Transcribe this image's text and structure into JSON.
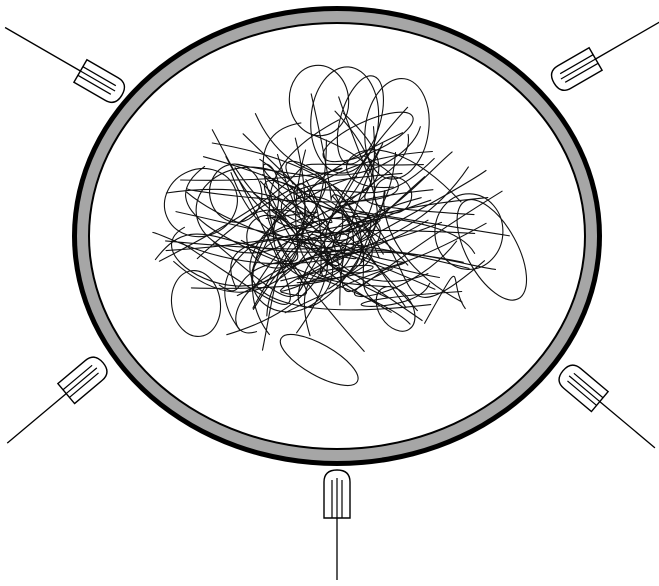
{
  "diagram": {
    "outer_ring_color": "#000000",
    "inner_ring_color": "#a6a6a6",
    "plate_fill": "#ffffff",
    "strand_color": "#111111",
    "probe_count": 5,
    "probes": [
      {
        "name": "probe-top-left",
        "icon": "electrode-icon"
      },
      {
        "name": "probe-top-right",
        "icon": "electrode-icon"
      },
      {
        "name": "probe-bottom-left",
        "icon": "electrode-icon"
      },
      {
        "name": "probe-bottom-right",
        "icon": "electrode-icon"
      },
      {
        "name": "probe-bottom",
        "icon": "electrode-icon"
      }
    ]
  }
}
